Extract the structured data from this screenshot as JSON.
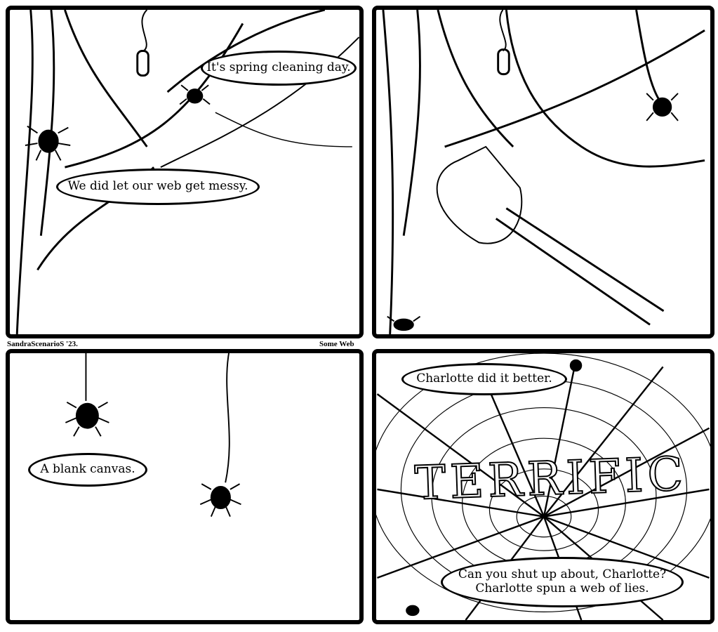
{
  "comic": {
    "credit_author": "SandraScenarioS '23.",
    "credit_title": "Some Web",
    "panels": [
      {
        "bubbles": [
          "It's spring cleaning day.",
          "We did let our web get messy."
        ]
      },
      {
        "bubbles": []
      },
      {
        "bubbles": [
          "A blank canvas."
        ]
      },
      {
        "bubbles": [
          "Charlotte did it better.",
          "Can you shut up about, Charlotte?",
          "Charlotte spun a web of lies."
        ],
        "web_text": "TERRIFIC"
      }
    ]
  }
}
